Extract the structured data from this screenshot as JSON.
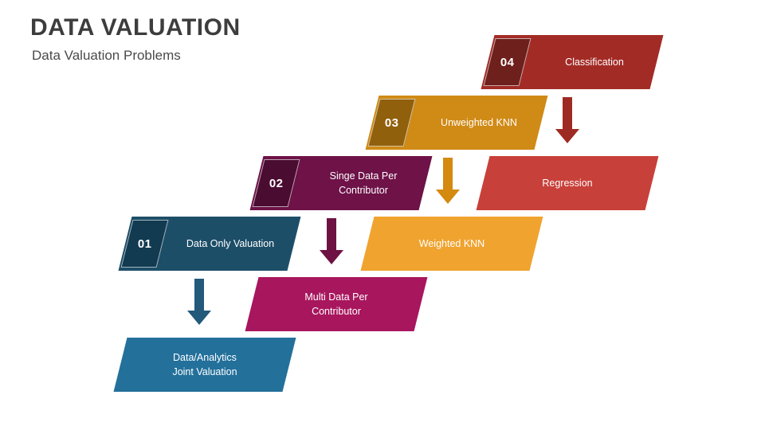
{
  "header": {
    "title": "DATA VALUATION",
    "subtitle": "Data Valuation Problems"
  },
  "colors": {
    "title_text": "#3d3d3d",
    "subtitle_text": "#4a4a4a",
    "background": "#ffffff",
    "level4_band": "#A32B26",
    "level4_badge": "#6E201C",
    "level4_child": "#C8403A",
    "level4_arrow": "#9E2B23",
    "level3_band": "#D08A16",
    "level3_badge": "#91600C",
    "level3_child": "#F0A32E",
    "level3_arrow": "#D4890F",
    "level2_band": "#6E1248",
    "level2_badge": "#4B0C31",
    "level2_child": "#A8165E",
    "level2_arrow": "#6E1243",
    "level1_band": "#1D4E68",
    "level1_badge": "#123A50",
    "level1_child": "#23709B",
    "level1_arrow": "#23597A"
  },
  "levels": [
    {
      "number": "04",
      "band_label": "Classification",
      "child_label": "Regression"
    },
    {
      "number": "03",
      "band_label": "Unweighted KNN",
      "child_label": "Weighted KNN"
    },
    {
      "number": "02",
      "band_label": "Singe Data Per\nContributor",
      "child_label": "Multi Data Per\nContributor"
    },
    {
      "number": "01",
      "band_label": "Data Only Valuation",
      "child_label": "Data/Analytics\nJoint Valuation"
    }
  ]
}
